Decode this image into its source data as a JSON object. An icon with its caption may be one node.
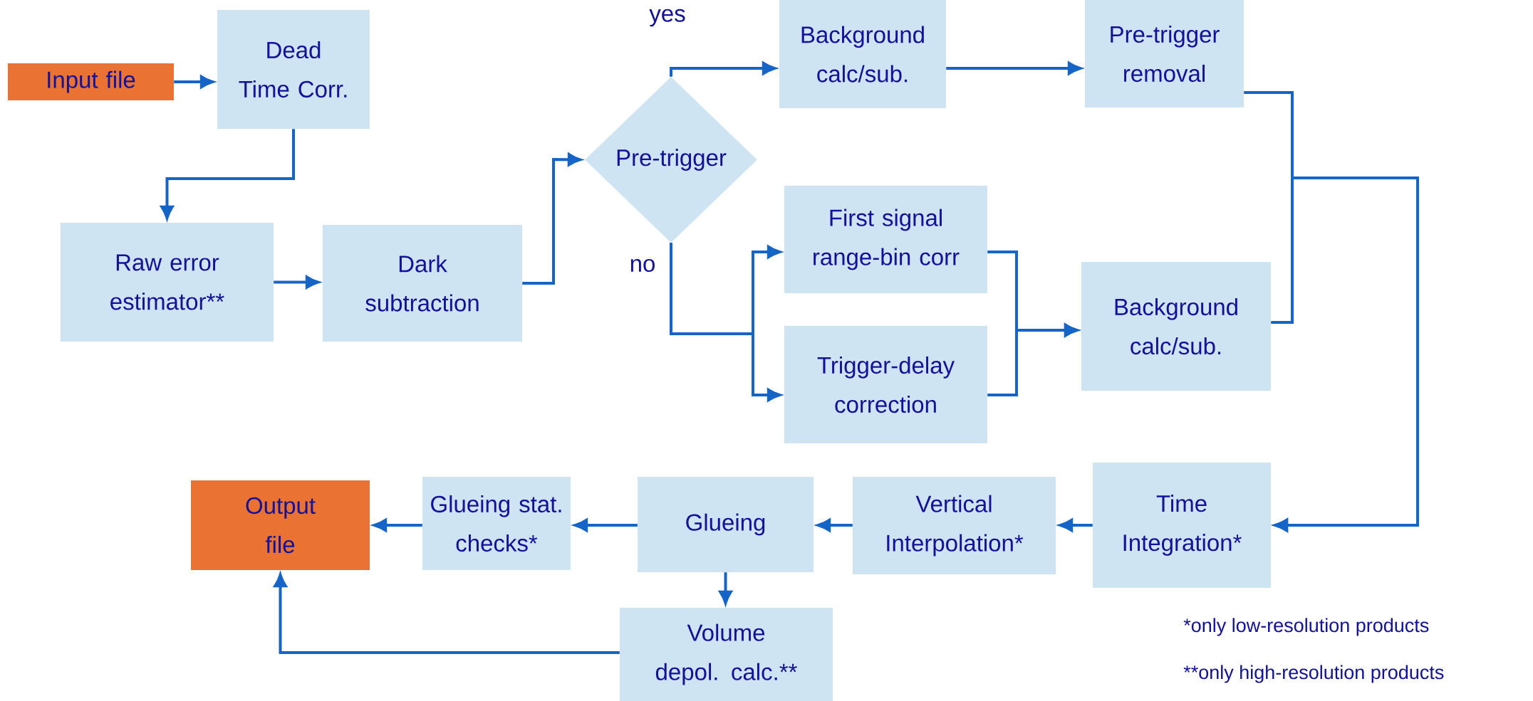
{
  "diagram": {
    "nodes": [
      {
        "text": [
          "Input file"
        ]
      },
      {
        "text": [
          "Dead Time Corr."
        ]
      },
      {
        "text": [
          "Raw error estimator**"
        ]
      },
      {
        "text": [
          "Dark subtraction"
        ]
      },
      {
        "text": [
          "Pre-trigger"
        ]
      },
      {
        "text": [
          "Background calc/sub."
        ]
      },
      {
        "text": [
          "Pre-trigger removal"
        ]
      },
      {
        "text": [
          "First signal range-bin corr"
        ]
      },
      {
        "text": [
          "Trigger-delay correction"
        ]
      },
      {
        "text": [
          "Background calc/sub."
        ]
      },
      {
        "text": [
          "Time Integration*"
        ]
      },
      {
        "text": [
          "Vertical Interpolation*"
        ]
      },
      {
        "text": [
          "Glueing"
        ]
      },
      {
        "text": [
          "Glueing stat. checks*"
        ]
      },
      {
        "text": [
          "Output file"
        ]
      },
      {
        "text": [
          "Volume depol. calc.**"
        ]
      }
    ],
    "edges": [
      {
        "from": 0,
        "to": 1,
        "arrow": "to"
      },
      {
        "from": 1,
        "to": 2,
        "arrow": "to"
      },
      {
        "from": 2,
        "to": 3,
        "arrow": "to"
      },
      {
        "from": 3,
        "to": 4,
        "arrow": "to"
      },
      {
        "from": 4,
        "to": 5,
        "arrow": "to",
        "label": "yes"
      },
      {
        "from": 5,
        "to": 6,
        "arrow": "to"
      },
      {
        "from": 4,
        "to": 7,
        "arrow": "to",
        "label": "no"
      },
      {
        "from": 4,
        "to": 8,
        "arrow": "to"
      },
      {
        "from": 7,
        "to": 9,
        "arrow": "to"
      },
      {
        "from": 8,
        "to": 9,
        "arrow": "to"
      },
      {
        "from": 6,
        "to": 10,
        "arrow": "to"
      },
      {
        "from": 9,
        "to": 10,
        "arrow": "to"
      },
      {
        "from": 10,
        "to": 11,
        "arrow": "to"
      },
      {
        "from": 11,
        "to": 12,
        "arrow": "to"
      },
      {
        "from": 12,
        "to": 13,
        "arrow": "to"
      },
      {
        "from": 13,
        "to": 14,
        "arrow": "to"
      },
      {
        "from": 12,
        "to": 15,
        "arrow": "to"
      },
      {
        "from": 15,
        "to": 14,
        "arrow": "to"
      }
    ],
    "labels": [
      "*only low-resolution products",
      "**only high-resolution products"
    ]
  }
}
